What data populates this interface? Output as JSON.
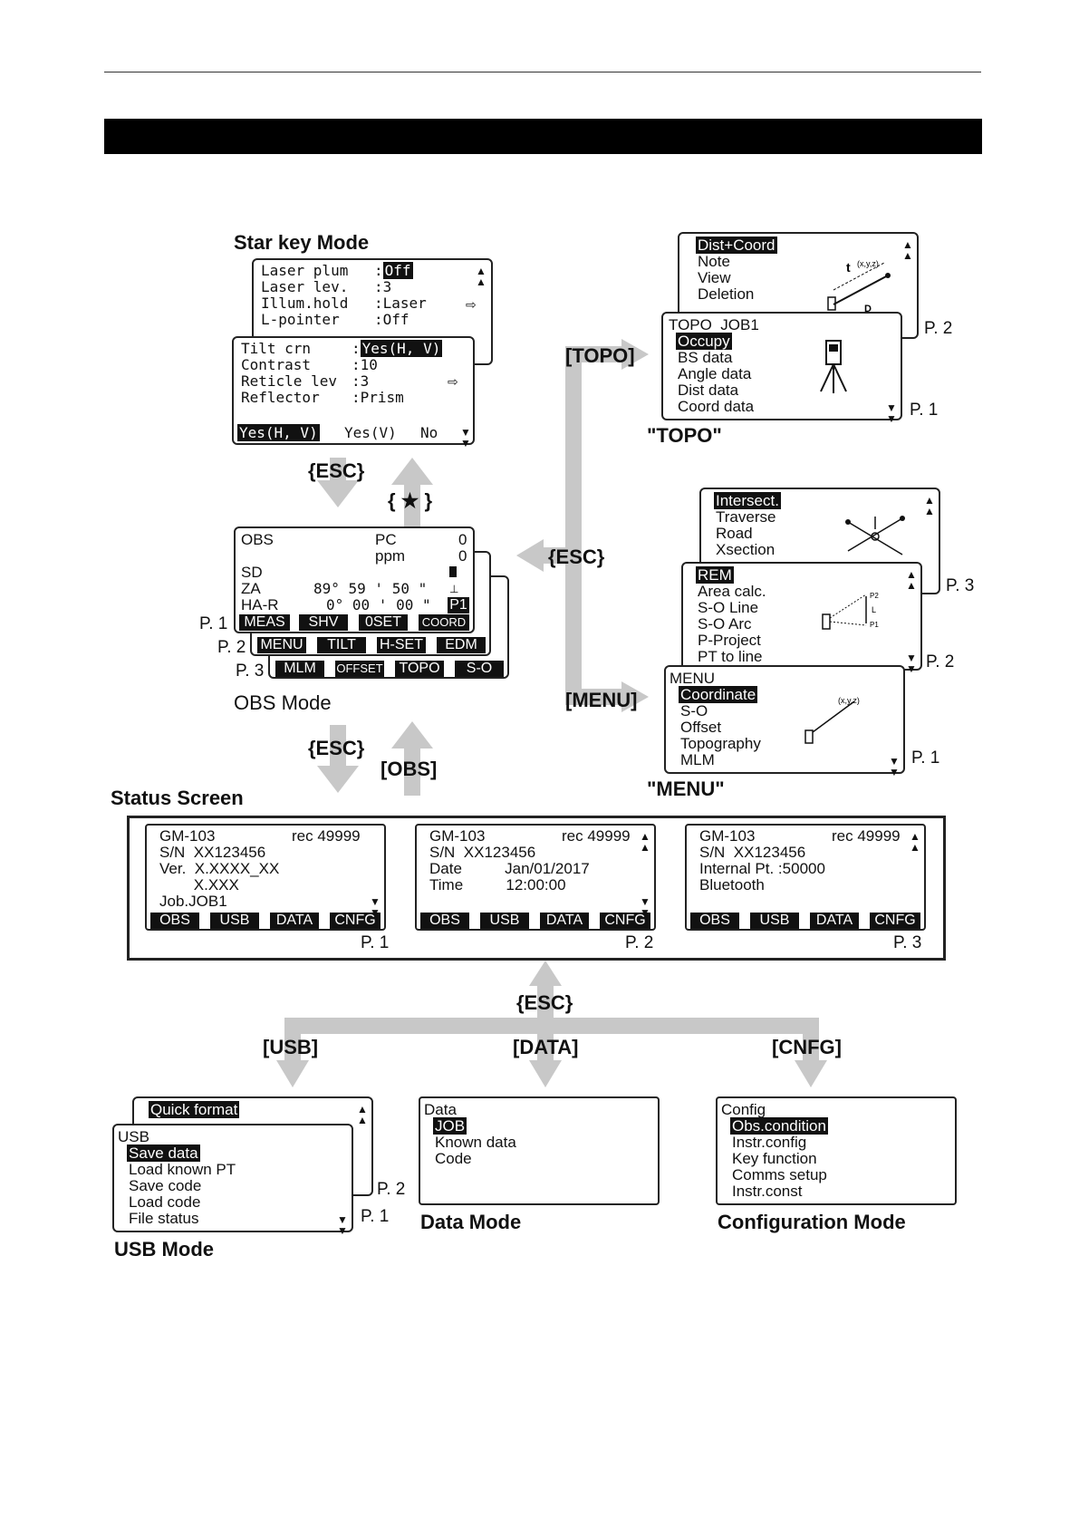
{
  "star": {
    "title": "Star key Mode",
    "back_rows": [
      {
        "label": "Laser plum",
        "value": "Off",
        "highlight": true
      },
      {
        "label": "Laser lev.",
        "value": "3",
        "highlight": false
      },
      {
        "label": "Illum.hold",
        "value": "Laser",
        "highlight": false
      },
      {
        "label": "L-pointer",
        "value": "Off",
        "highlight": false
      }
    ],
    "front_rows": [
      {
        "label": "Tilt crn",
        "value": "Yes(H, V)",
        "highlight": true
      },
      {
        "label": "Contrast",
        "value": "10",
        "highlight": false
      },
      {
        "label": "Reticle lev",
        "value": "3",
        "highlight": false
      },
      {
        "label": "Reflector",
        "value": "Prism",
        "highlight": false
      }
    ],
    "options": [
      "Yes(H, V)",
      "Yes(V)",
      "No"
    ]
  },
  "obs": {
    "caption": "OBS Mode",
    "lines": {
      "obs": "OBS",
      "pc": "PC",
      "pc_val": "0",
      "ppm": "ppm",
      "ppm_val": "0",
      "sd": "SD",
      "za": "ZA",
      "za_val": "89° 59 ' 50 \"",
      "har": "HA-R",
      "har_val": "0° 00 ' 00 \"",
      "page": "P1"
    },
    "keys_p1": [
      "MEAS",
      "SHV",
      "0SET",
      "COORD"
    ],
    "keys_p2": [
      "MENU",
      "TILT",
      "H-SET",
      "EDM"
    ],
    "keys_p3": [
      "MLM",
      "OFFSET",
      "TOPO",
      "S-O"
    ],
    "page_labels": [
      "P. 1",
      "P. 2",
      "P. 3"
    ]
  },
  "topo": {
    "caption": "\"TOPO\"",
    "back_items": [
      "Dist+Coord",
      "Note",
      "View",
      "Deletion"
    ],
    "header": "TOPO  JOB1",
    "front_items": [
      "Occupy",
      "BS data",
      "Angle data",
      "Dist data",
      "Coord data"
    ],
    "page_labels": [
      "P. 2",
      "P. 1"
    ],
    "diagram_labels": {
      "xyz": "(x,y,z)",
      "t": "t",
      "d": "D"
    }
  },
  "menu": {
    "caption": "\"MENU\"",
    "p3_items": [
      "Intersect.",
      "Traverse",
      "Road",
      "Xsection"
    ],
    "p2_items": [
      "REM",
      "Area calc.",
      "S-O Line",
      "S-O Arc",
      "P-Project",
      "PT to line"
    ],
    "header": "MENU",
    "p1_items": [
      "Coordinate",
      "S-O",
      "Offset",
      "Topography",
      "MLM"
    ],
    "page_labels": [
      "P. 3",
      "P. 2",
      "P. 1"
    ],
    "diagram_labels": {
      "xyz": "(x,y,z)",
      "p1": "P1",
      "p2": "P2",
      "l": "L"
    }
  },
  "keys": {
    "esc": "{ESC}",
    "star": "{ ★ }",
    "topo": "[TOPO]",
    "menu": "[MENU]",
    "obs": "[OBS]",
    "usb": "[USB]",
    "data": "[DATA]",
    "cnfg": "[CNFG]"
  },
  "status": {
    "title": "Status Screen",
    "softkeys": [
      "OBS",
      "USB",
      "DATA",
      "CNFG"
    ],
    "screens": [
      {
        "lines": [
          "GM-103",
          "S/N  XX123456",
          "Ver.  X.XXXX_XX",
          "        X.XXX",
          "Job.JOB1"
        ],
        "rec": "rec 49999",
        "page": "P. 1"
      },
      {
        "lines": [
          "GM-103",
          "S/N  XX123456",
          "Date          Jan/01/2017",
          "Time          12:00:00",
          ""
        ],
        "rec": "rec 49999",
        "page": "P. 2"
      },
      {
        "lines": [
          "GM-103",
          "S/N  XX123456",
          "Internal Pt. :50000",
          "Bluetooth",
          ""
        ],
        "rec": "rec 49999",
        "page": "P. 3"
      }
    ]
  },
  "usb": {
    "caption": "USB Mode",
    "back_item": "Quick format",
    "header": "USB",
    "items": [
      "Save data",
      "Load known PT",
      "Save code",
      "Load code",
      "File status"
    ],
    "page_labels": [
      "P. 2",
      "P. 1"
    ]
  },
  "data_mode": {
    "caption": "Data Mode",
    "header": "Data",
    "items": [
      "JOB",
      "Known data",
      "Code"
    ]
  },
  "config": {
    "caption": "Configuration Mode",
    "header": "Config",
    "items": [
      "Obs.condition",
      "Instr.config",
      "Key function",
      "Comms setup",
      "Instr.const"
    ]
  }
}
